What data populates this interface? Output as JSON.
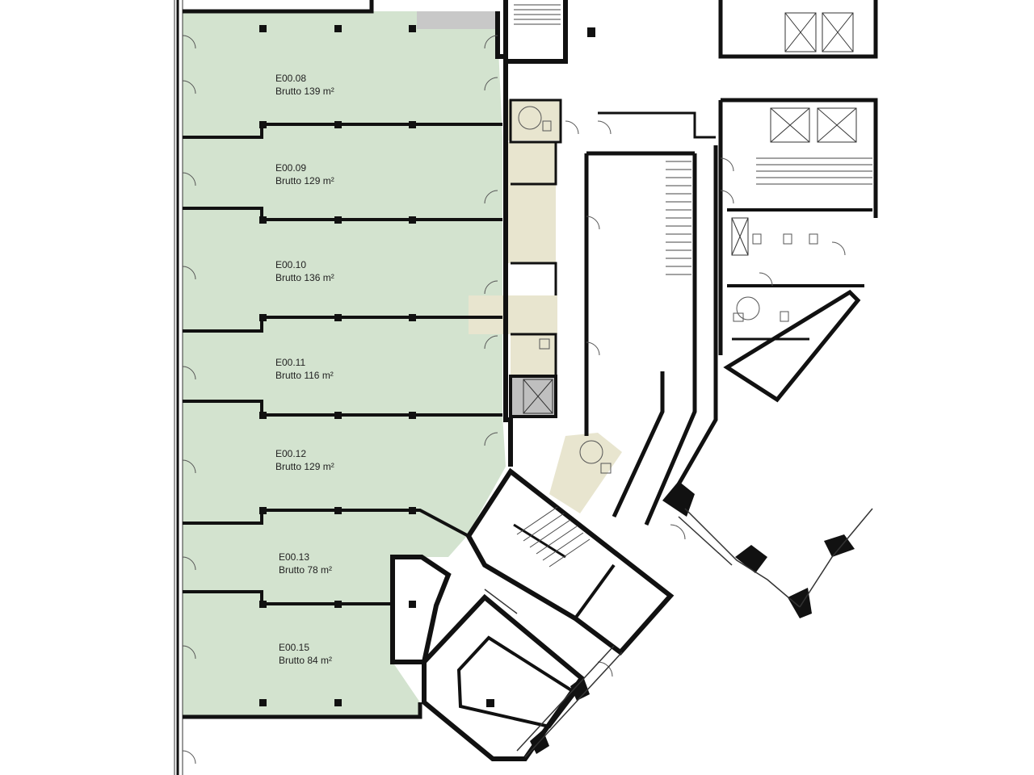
{
  "floor_plan": {
    "colors": {
      "rental_unit_fill": "#d3e3cf",
      "service_area_fill": "#e8e5cf",
      "elevator_fill": "#bfbfbf",
      "wall": "#111111",
      "background": "#ffffff"
    },
    "units": [
      {
        "id": "E00.08",
        "area": "Brutto 139 m²"
      },
      {
        "id": "E00.09",
        "area": "Brutto 129 m²"
      },
      {
        "id": "E00.10",
        "area": "Brutto 136 m²"
      },
      {
        "id": "E00.11",
        "area": "Brutto 116 m²"
      },
      {
        "id": "E00.12",
        "area": "Brutto 129 m²"
      },
      {
        "id": "E00.13",
        "area": "Brutto 78 m²"
      },
      {
        "id": "E00.15",
        "area": "Brutto 84 m²"
      }
    ]
  }
}
